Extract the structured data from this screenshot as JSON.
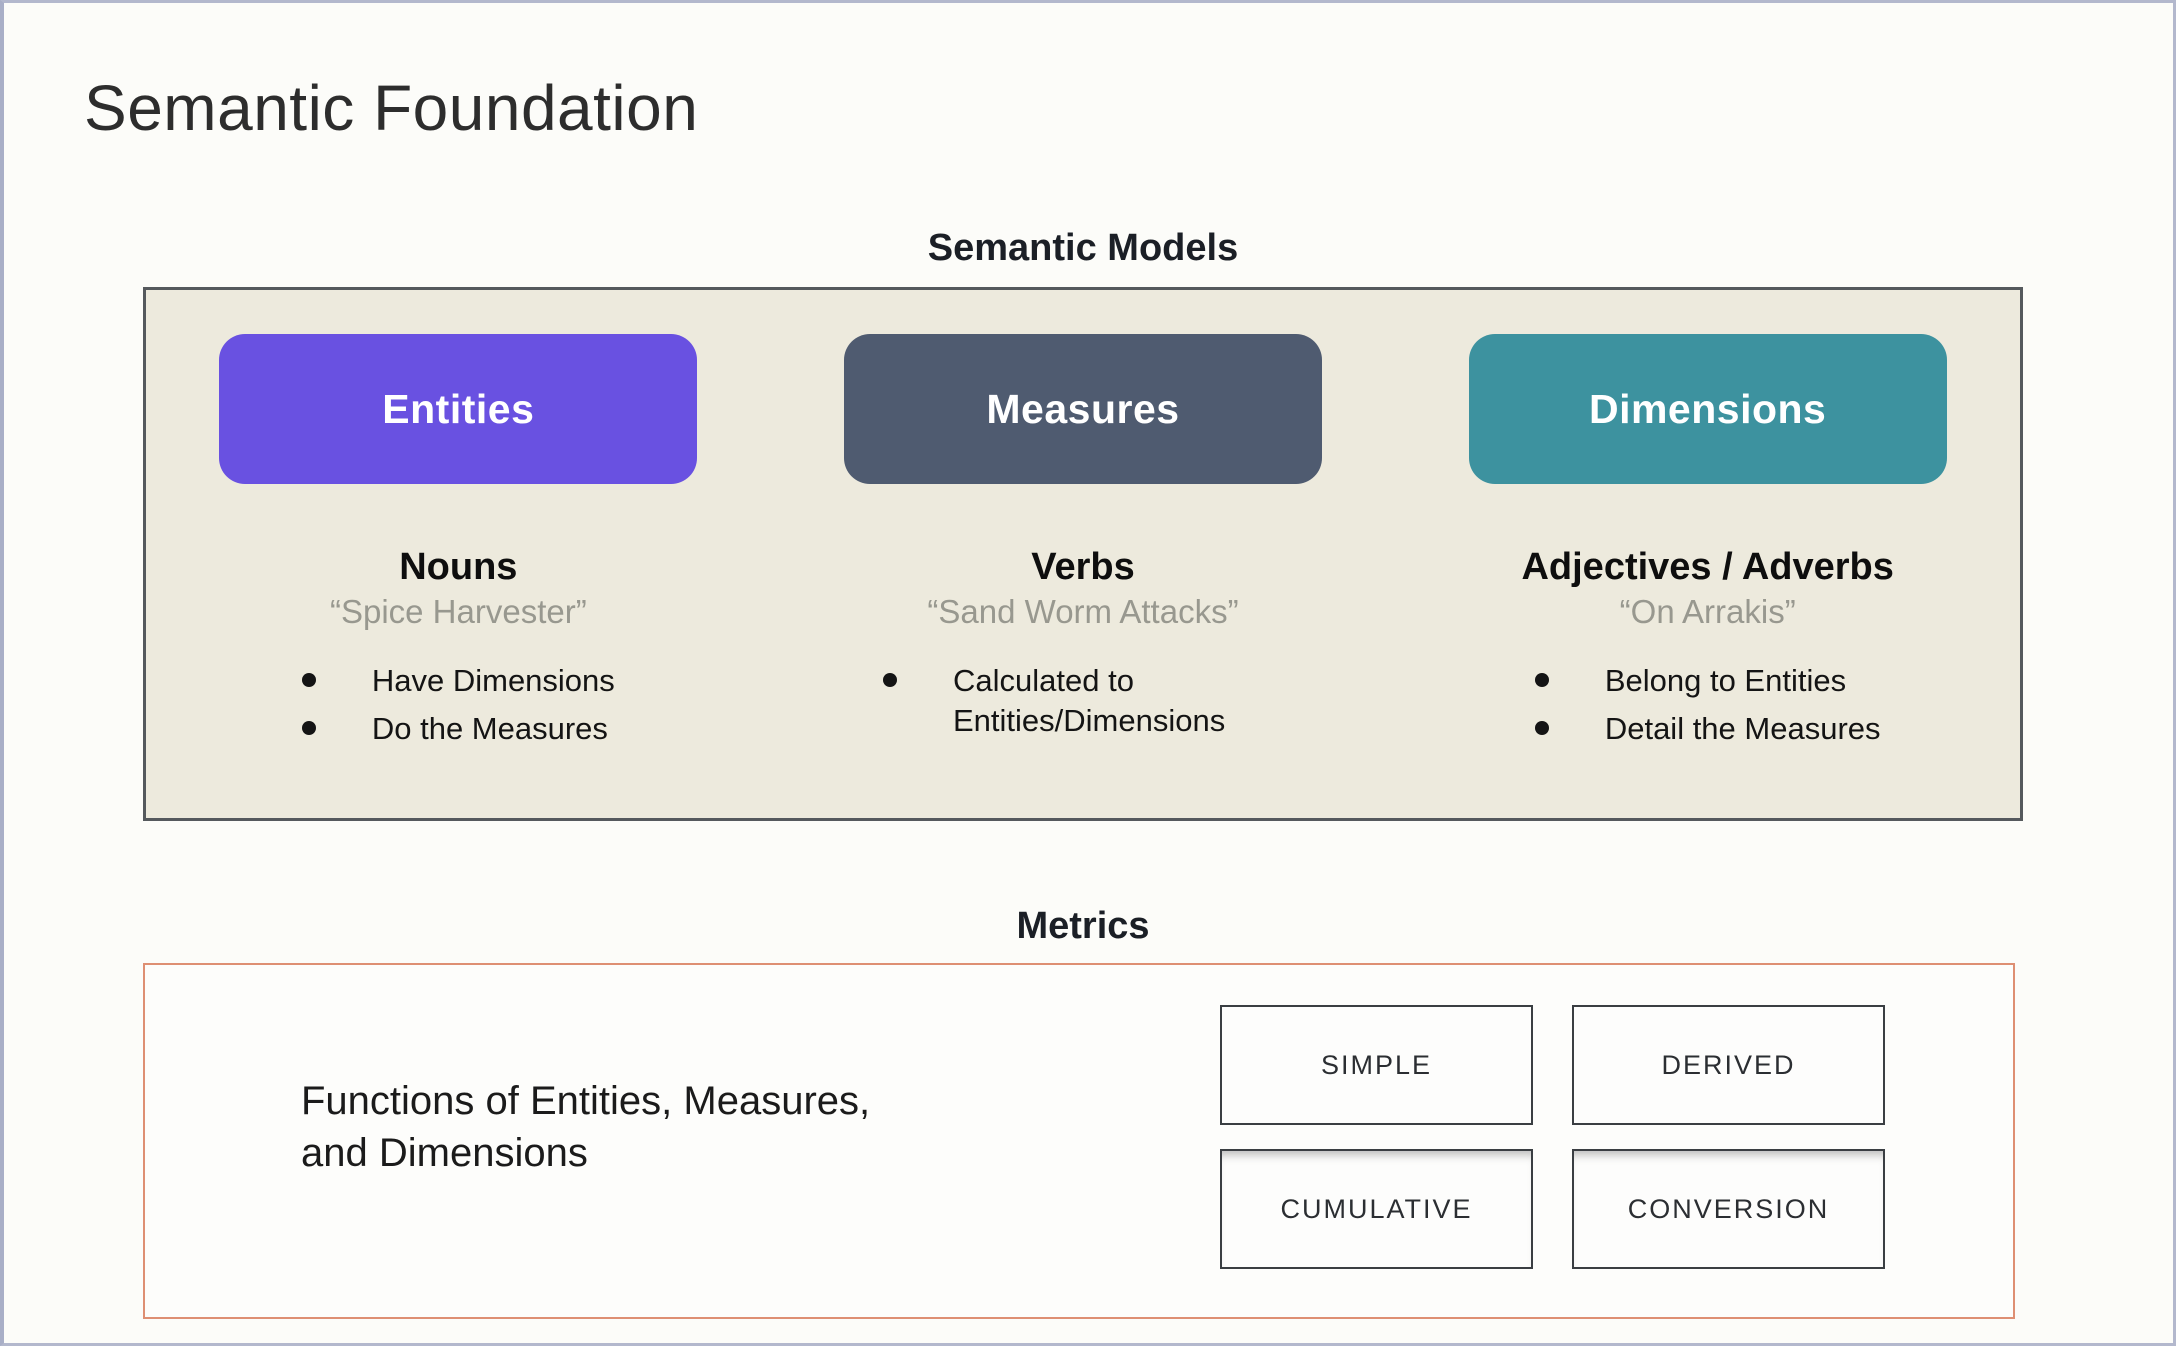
{
  "slide": {
    "title": "Semantic Foundation"
  },
  "semantic": {
    "heading": "Semantic Models",
    "panel_bg": "#edeadd",
    "columns": [
      {
        "button": "Entities",
        "button_color": "#6951e1",
        "term": "Nouns",
        "example": "“Spice Harvester”",
        "bullets": [
          "Have Dimensions",
          "Do the Measures"
        ]
      },
      {
        "button": "Measures",
        "button_color": "#4f5b70",
        "term": "Verbs",
        "example": "“Sand Worm Attacks”",
        "bullets": [
          "Calculated to Entities/Dimensions"
        ]
      },
      {
        "button": "Dimensions",
        "button_color": "#3d929f",
        "term": "Adjectives / Adverbs",
        "example": "“On Arrakis”",
        "bullets": [
          "Belong to Entities",
          "Detail the Measures"
        ]
      }
    ]
  },
  "metrics": {
    "heading": "Metrics",
    "border_color": "#de8f73",
    "description": "Functions of Entities, Measures,\nand Dimensions",
    "types": [
      "SIMPLE",
      "DERIVED",
      "CUMULATIVE",
      "CONVERSION"
    ]
  }
}
